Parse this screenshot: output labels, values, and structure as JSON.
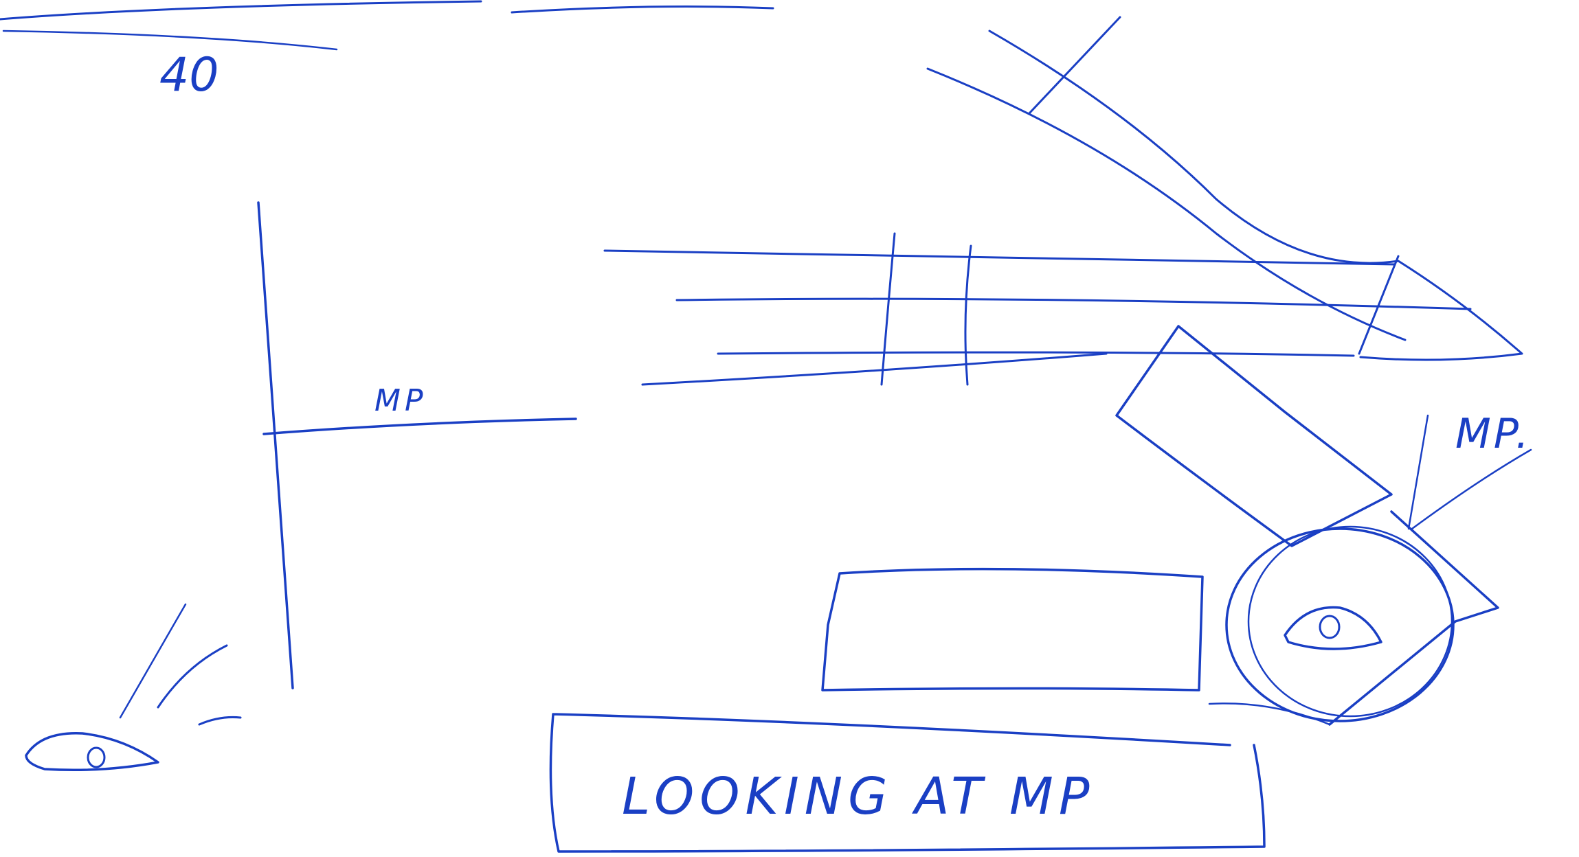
{
  "colors": {
    "ink": "#1a3fc4",
    "paper": "#ffffff"
  },
  "labels": {
    "top_number": "40",
    "mp_left": "MP",
    "mp_right": "MP.",
    "caption": "LOOKING AT MP"
  }
}
